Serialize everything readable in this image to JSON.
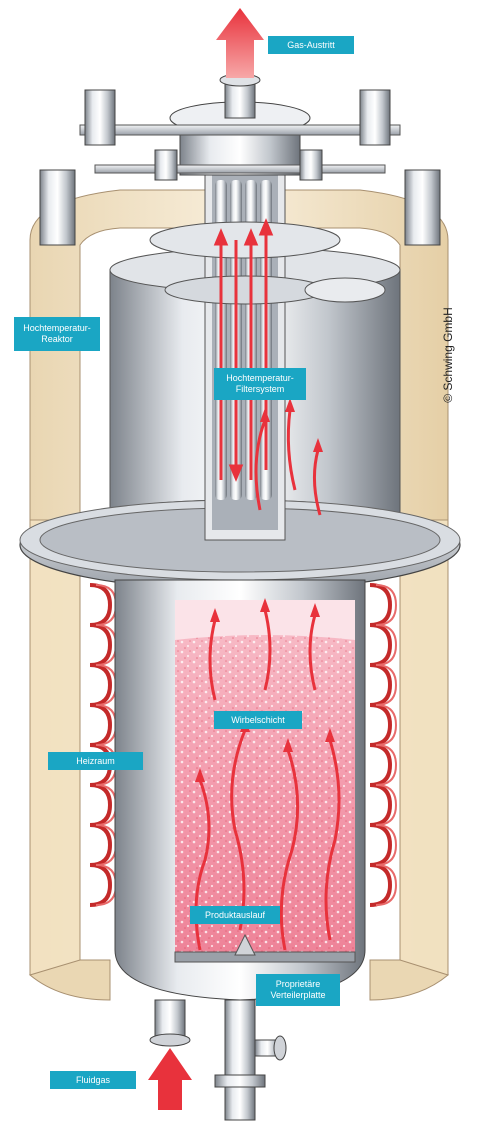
{
  "labels": {
    "gas_outlet": "Gas-Austritt",
    "reactor": "Hochtemperatur-\nReaktor",
    "filter": "Hochtemperatur-\nFiltersystem",
    "fluidized_bed": "Wirbelschicht",
    "heating_room": "Heizraum",
    "product_outlet": "Produktauslauf",
    "distributor": "Proprietäre\nVerteilerplatte",
    "fluid_gas": "Fluidgas"
  },
  "copyright": "© Schwing GmbH",
  "colors": {
    "label_bg": "#1aa6c4",
    "bed_pink": "#f4a0b0",
    "arrow_red": "#e8323c",
    "insulation": "#f5e6c8",
    "steel": "#c8ccd2"
  }
}
